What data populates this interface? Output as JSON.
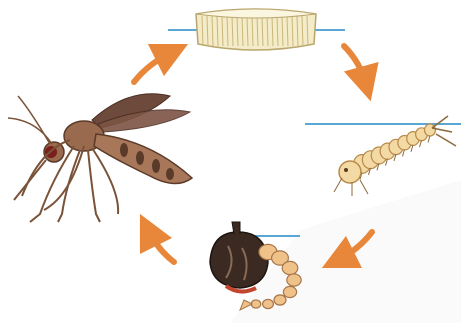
{
  "diagram": {
    "stages": [
      {
        "name": "egg-raft"
      },
      {
        "name": "larva"
      },
      {
        "name": "pupa"
      },
      {
        "name": "adult"
      }
    ],
    "arrows": [
      {
        "from": "egg-raft",
        "to": "larva"
      },
      {
        "from": "larva",
        "to": "pupa"
      },
      {
        "from": "pupa",
        "to": "adult"
      },
      {
        "from": "adult",
        "to": "egg-raft"
      }
    ],
    "colors": {
      "arrow": "#e8873a",
      "water_line": "#5aa7d6",
      "egg_fill": "#f4ecc8",
      "egg_stroke": "#b9a66c",
      "larva_body": "#f3d9a3",
      "larva_stroke": "#b98a4a",
      "pupa_head": "#3a2a22",
      "pupa_body": "#efc28a",
      "adult_body": "#9a6a4e",
      "adult_wing": "#6d4a3c",
      "adult_leg": "#7a5238"
    }
  }
}
